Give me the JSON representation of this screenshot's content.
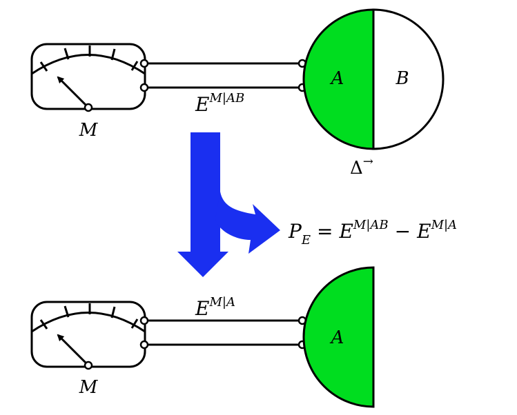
{
  "top_meter": {
    "label": "M"
  },
  "top_connection": {
    "label_base": "E",
    "label_sup": "M|AB"
  },
  "top_system": {
    "region_a": "A",
    "region_b": "B",
    "operator_base": "Δ",
    "operator_sup": "→"
  },
  "transfer": {
    "lhs_base": "P",
    "lhs_sub": "E",
    "equals": "=",
    "term1_base": "E",
    "term1_sup": "M|AB",
    "minus": "−",
    "term2_base": "E",
    "term2_sup": "M|A"
  },
  "bottom_meter": {
    "label": "M"
  },
  "bottom_connection": {
    "label_base": "E",
    "label_sup": "M|A"
  },
  "bottom_system": {
    "region_a": "A"
  },
  "colors": {
    "region_a_fill": "#00dd1f",
    "arrow_blue": "#1a2ff0",
    "stroke": "#000000"
  }
}
